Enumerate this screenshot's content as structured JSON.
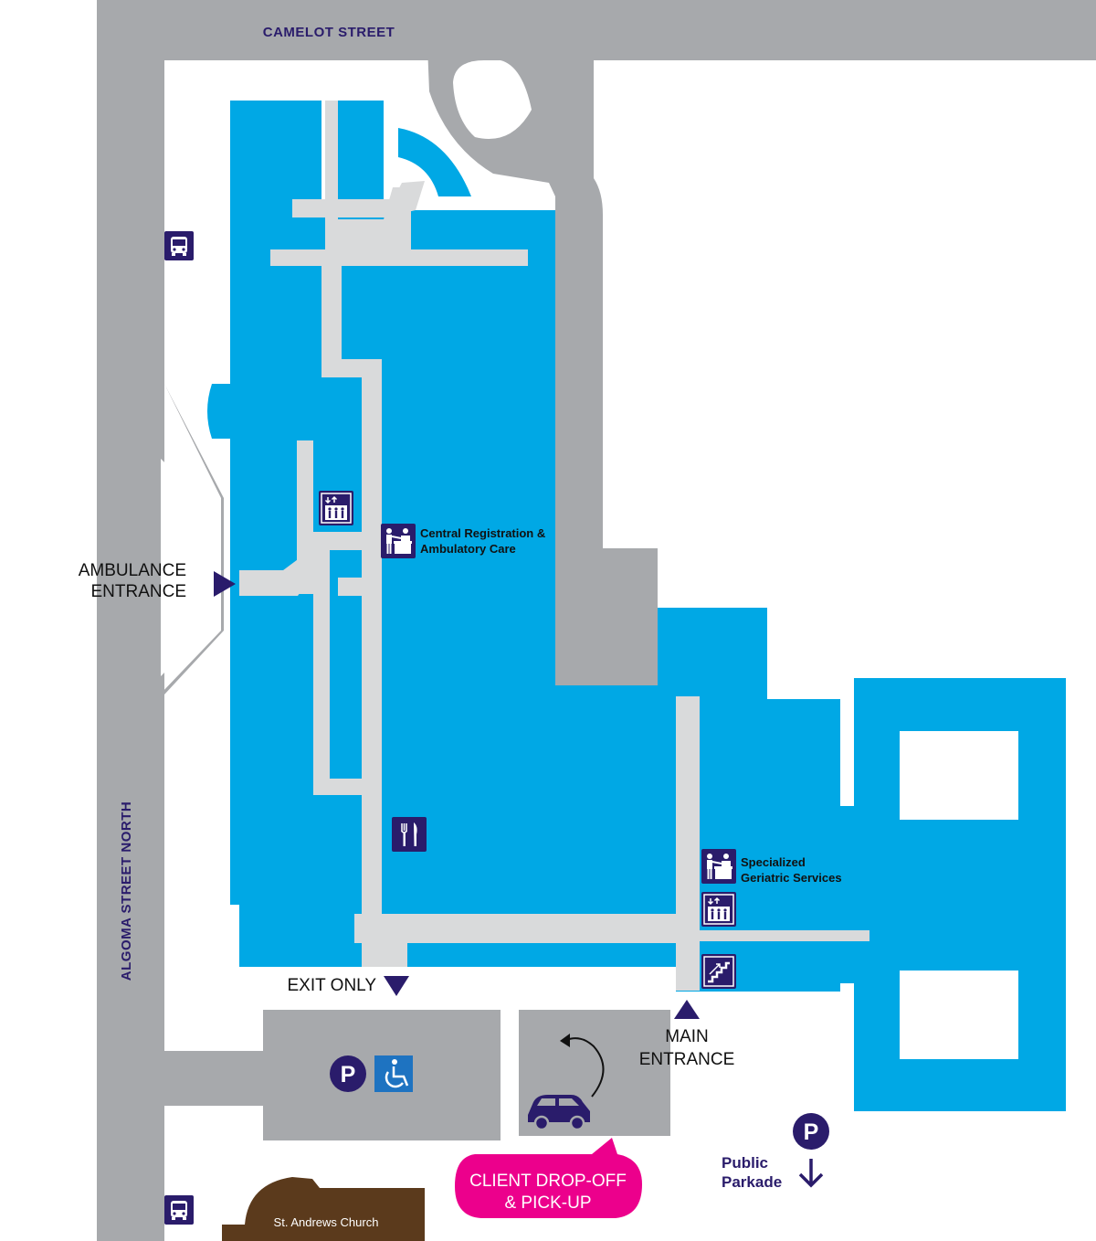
{
  "streets": {
    "north": "CAMELOT STREET",
    "west": "ALGOMA STREET NORTH"
  },
  "entrances": {
    "ambulance": [
      "AMBULANCE",
      "ENTRANCE"
    ],
    "exit_only": "EXIT ONLY",
    "main": [
      "MAIN",
      "ENTRANCE"
    ]
  },
  "services": {
    "central_registration": [
      "Central Registration &",
      "Ambulatory Care"
    ],
    "geriatric": [
      "Specialized",
      "Geriatric Services"
    ]
  },
  "parking": {
    "symbol": "P",
    "public_parkade": [
      "Public",
      "Parkade"
    ]
  },
  "drop_off": [
    "CLIENT DROP-OFF",
    "& PICK-UP"
  ],
  "church": "St. Andrews Church",
  "icons": [
    "bus-icon",
    "elevator-icon",
    "reception-icon",
    "restaurant-icon",
    "stairs-icon",
    "accessible-icon",
    "car-icon",
    "arrow-icon"
  ],
  "colors": {
    "building": "#00a8e5",
    "road": "#a7a9ac",
    "corridor": "#d9dadb",
    "icon_bg": "#2a1c6b",
    "drop_off": "#ec008c",
    "church": "#5b3a1c",
    "accessible": "#1e73c1"
  }
}
